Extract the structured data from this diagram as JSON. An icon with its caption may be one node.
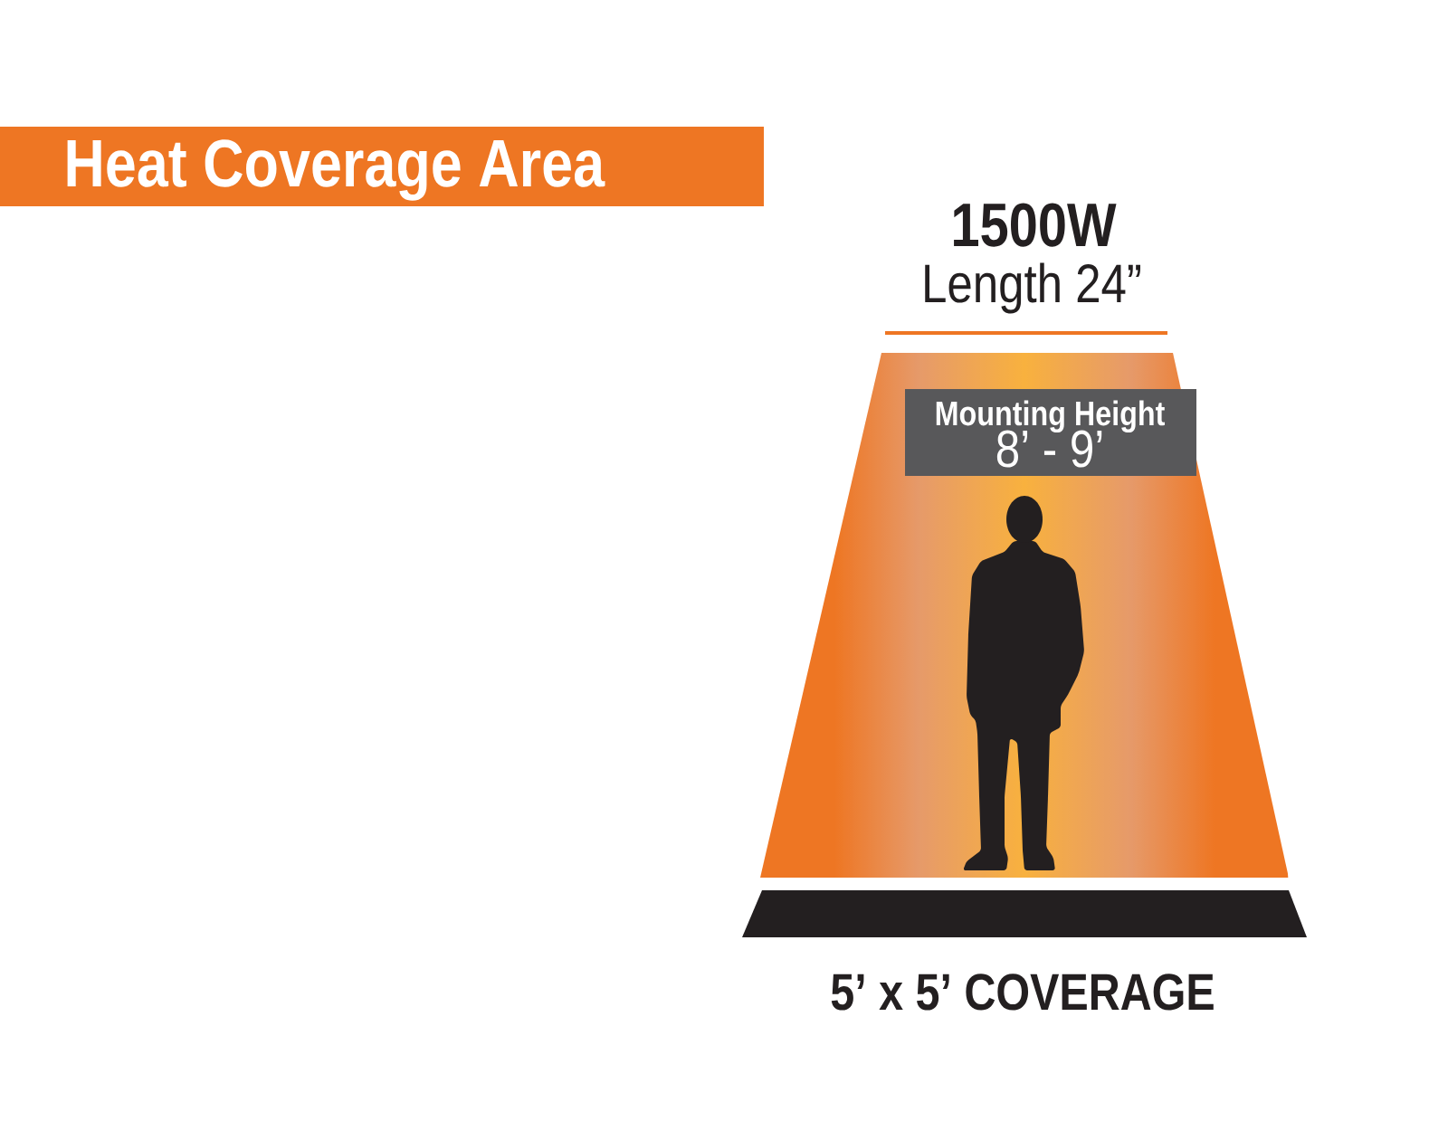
{
  "diagram": {
    "title": "Heat Coverage Area",
    "nodes": [
      {
        "text": [
          "Mounting Height",
          "8’ - 9’"
        ]
      }
    ],
    "labels": [
      "1500W",
      "Length 24”",
      "5’ x 5’ COVERAGE"
    ]
  }
}
